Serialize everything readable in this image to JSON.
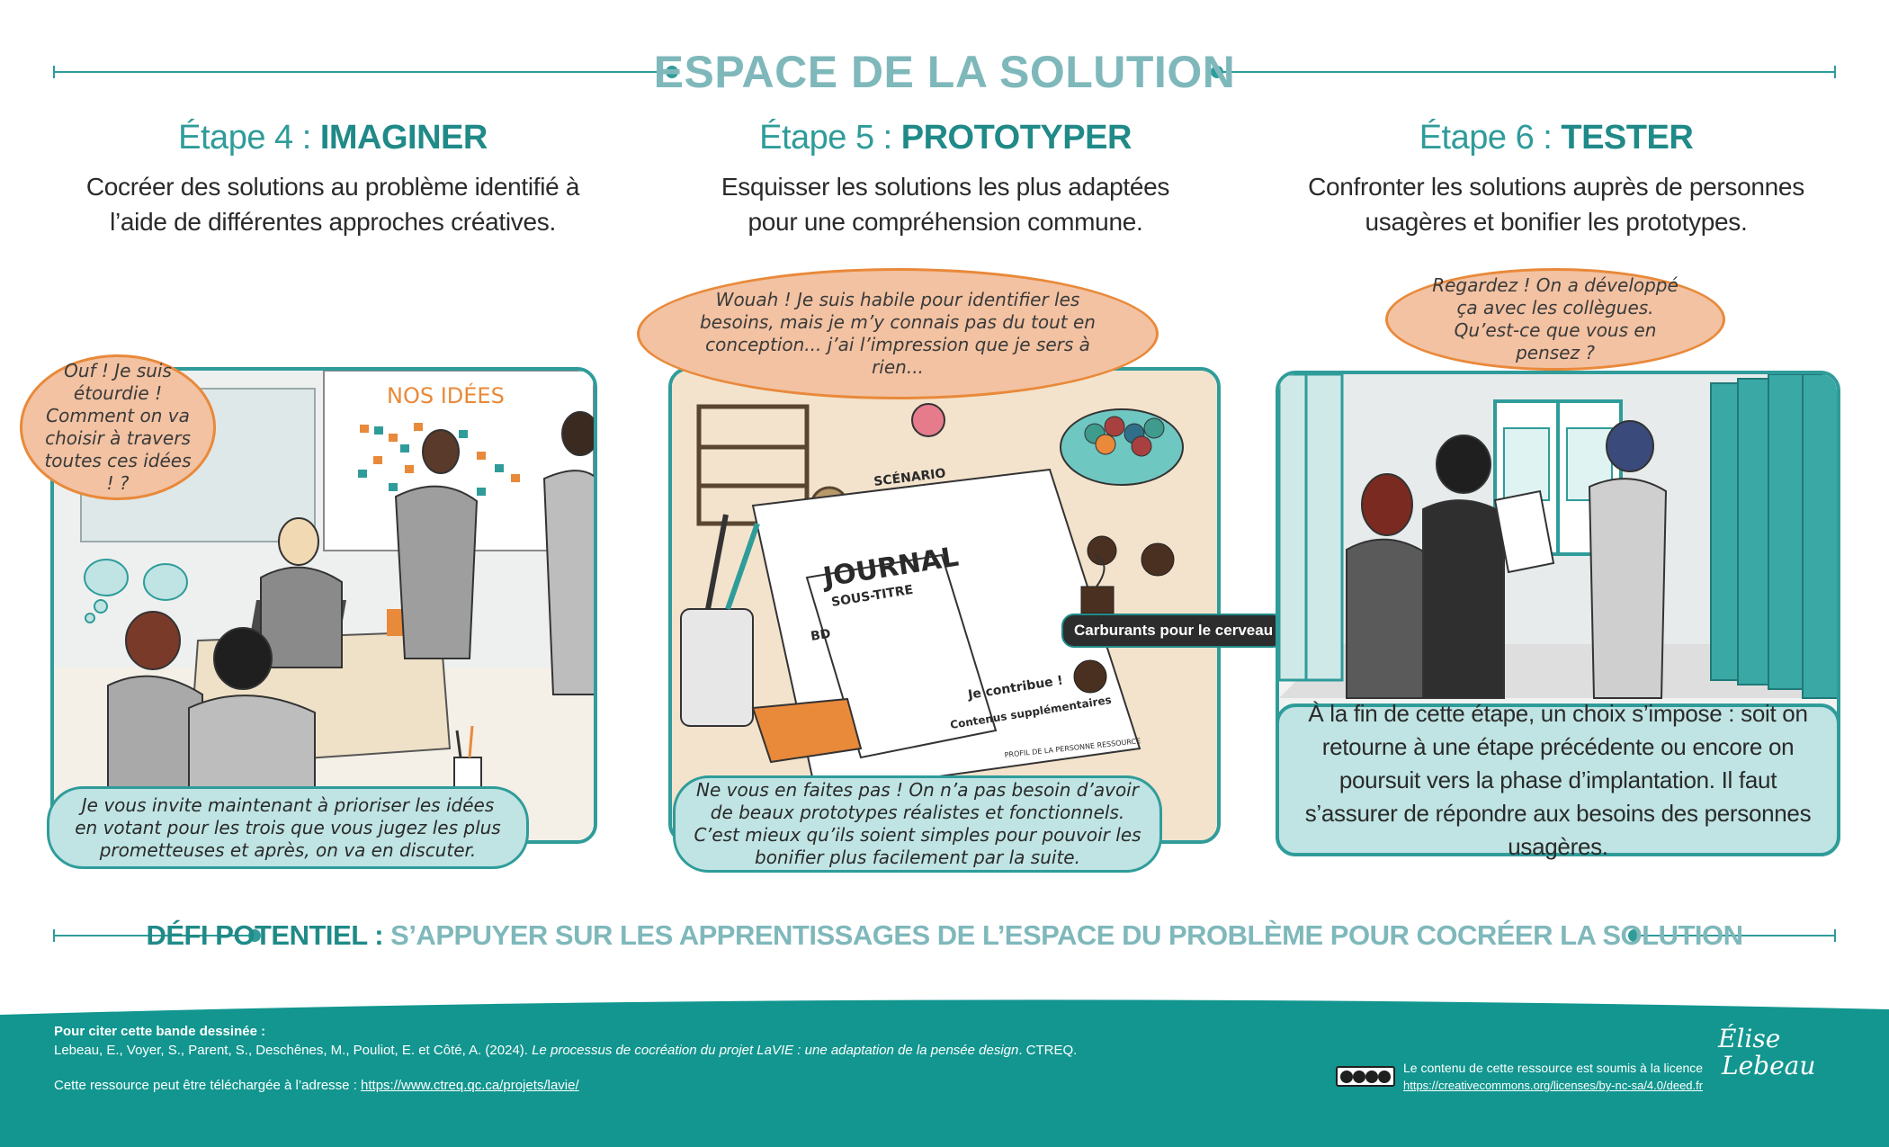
{
  "title": "ESPACE DE LA SOLUTION",
  "steps": [
    {
      "prefix": "Étape 4 : ",
      "name": "IMAGINER",
      "description": "Cocréer des solutions au problème identifié à l’aide de différentes approches créatives."
    },
    {
      "prefix": "Étape 5 : ",
      "name": "PROTOTYPER",
      "description": "Esquisser les solutions les plus adaptées pour une compréhension commune."
    },
    {
      "prefix": "Étape 6 : ",
      "name": "TESTER",
      "description": "Confronter les solutions auprès de personnes usagères et bonifier les prototypes."
    }
  ],
  "panel1": {
    "board_label": "NOS IDÉES",
    "bubble_top": "Ouf ! Je suis étourdie ! Comment on va choisir à travers toutes ces idées ! ?",
    "bubble_bottom": "Je vous invite maintenant à prioriser les idées en votant pour les trois que vous jugez les plus prometteuses et après, on va en discuter."
  },
  "panel2": {
    "bubble_top": "Wouah ! Je suis habile pour identifier les besoins, mais je m’y connais pas du tout en conception... j’ai l’impression que je sers à rien...",
    "bubble_bottom": "Ne vous en faites pas ! On n’a pas besoin d’avoir de beaux prototypes réalistes et fonctionnels. C’est mieux qu’ils soient simples pour pouvoir les bonifier plus facilement par la suite.",
    "tag": "Carburants pour le cerveau",
    "sketch": {
      "scenario": "SCÉNARIO",
      "journal": "JOURNAL",
      "subtitle": "SOUS-TITRE",
      "contribue": "Je contribue !",
      "contenus": "Contenus supplémentaires",
      "bd": "BD",
      "profil": "PROFIL DE LA PERSONNE RESSOURCE"
    }
  },
  "panel3": {
    "bubble_top": "Regardez ! On a développé ça avec les collègues. Qu’est-ce que vous en pensez ?",
    "conclusion": "À la fin de cette étape, un choix s’impose : soit on retourne à une étape précédente ou encore on poursuit vers la phase d’implantation. Il faut s’assurer de répondre aux besoins des personnes usagères."
  },
  "challenge": {
    "label": "DÉFI POTENTIEL : ",
    "text": "S’APPUYER SUR LES APPRENTISSAGES DE L’ESPACE DU PROBLÈME POUR COCRÉER LA SOLUTION"
  },
  "footer": {
    "cite_heading": "Pour citer cette bande dessinée :",
    "cite_authors": "Lebeau, E., Voyer, S., Parent, S., Deschênes, M., Pouliot, E. et Côté, A. (2024). ",
    "cite_title": "Le processus de cocréation du projet LaVIE : une adaptation de la pensée design",
    "cite_publisher": ". CTREQ.",
    "download_text": "Cette ressource peut être téléchargée à l’adresse : ",
    "download_url": "https://www.ctreq.qc.ca/projets/lavie/",
    "license_text": "Le contenu de cette ressource est soumis à la licence",
    "license_url": "https://creativecommons.org/licenses/by-nc-sa/4.0/deed.fr",
    "signature_line1": "Élise",
    "signature_line2": "Lebeau"
  },
  "colors": {
    "teal": "#2f9c9a",
    "teal_dark": "#1f8a88",
    "teal_light": "#7fb8bb",
    "bubble_orange": "#f2c2a2",
    "bubble_border": "#e9893a",
    "bubble_teal": "#bfe4e3",
    "footer_bg": "#12968f"
  }
}
